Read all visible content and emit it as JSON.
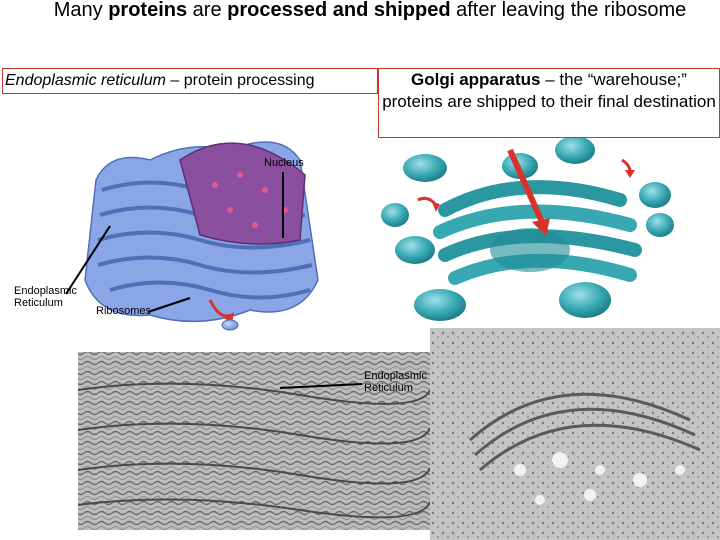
{
  "title": {
    "part1": "Many ",
    "bold1": "proteins",
    "part2": " are ",
    "bold2": "processed and shipped",
    "part3": " after leaving the ribosome"
  },
  "er_box": {
    "term": "Endoplasmic reticulum",
    "desc": " – protein processing"
  },
  "golgi_box": {
    "term": "Golgi apparatus",
    "desc": " – the “warehouse;” proteins are shipped to their final destination"
  },
  "labels": {
    "nucleus": "Nucleus",
    "er_left": "Endoplasmic Reticulum",
    "ribosomes": "Ribosomes",
    "er_micro": "Endoplasmic Reticulum"
  },
  "colors": {
    "box_border": "#c0392b",
    "er_blue": "#6f8fd6",
    "golgi_teal": "#2fa3ad",
    "arrow_red": "#d8322a"
  }
}
